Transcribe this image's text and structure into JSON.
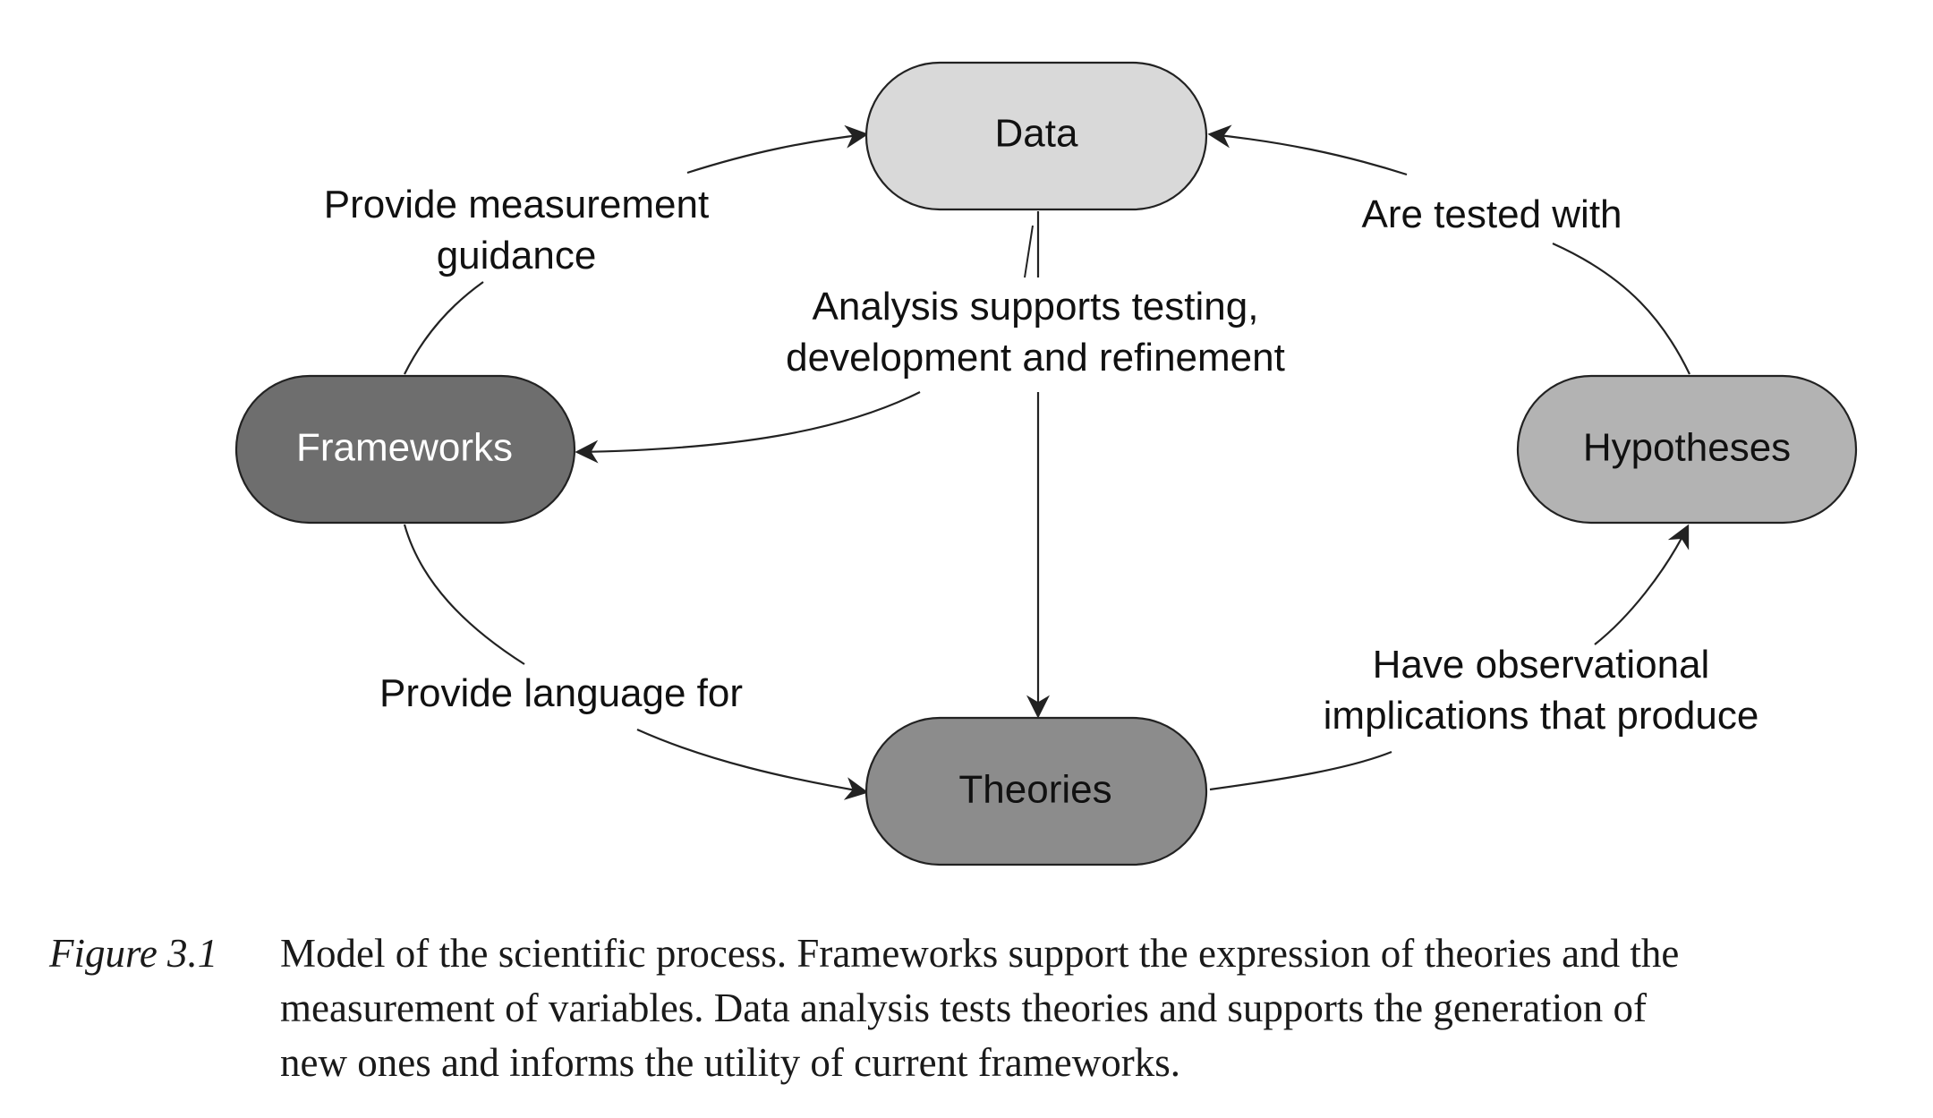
{
  "diagram": {
    "nodes": {
      "data": {
        "label": "Data",
        "fill": "#d9d9d9",
        "text_color": "#111111"
      },
      "frameworks": {
        "label": "Frameworks",
        "fill": "#6e6e6e",
        "text_color": "#ffffff"
      },
      "hypotheses": {
        "label": "Hypotheses",
        "fill": "#b3b3b3",
        "text_color": "#111111"
      },
      "theories": {
        "label": "Theories",
        "fill": "#8c8c8c",
        "text_color": "#111111"
      }
    },
    "edges": {
      "frameworks_to_data": {
        "line1": "Provide measurement",
        "line2": "guidance"
      },
      "hypotheses_to_data": {
        "line1": "Are tested with"
      },
      "data_analysis": {
        "line1": "Analysis supports testing,",
        "line2": "development and refinement"
      },
      "frameworks_to_theories": {
        "line1": "Provide language for"
      },
      "theories_to_hypotheses": {
        "line1": "Have observational",
        "line2": "implications that produce"
      }
    },
    "stroke_color": "#222222"
  },
  "caption": {
    "label": "Figure 3.1",
    "line1": "Model of the scientific process. Frameworks support the expression of theories and the",
    "line2": "measurement of variables. Data analysis tests theories and supports the generation of",
    "line3": "new ones and informs the utility of current frameworks."
  }
}
